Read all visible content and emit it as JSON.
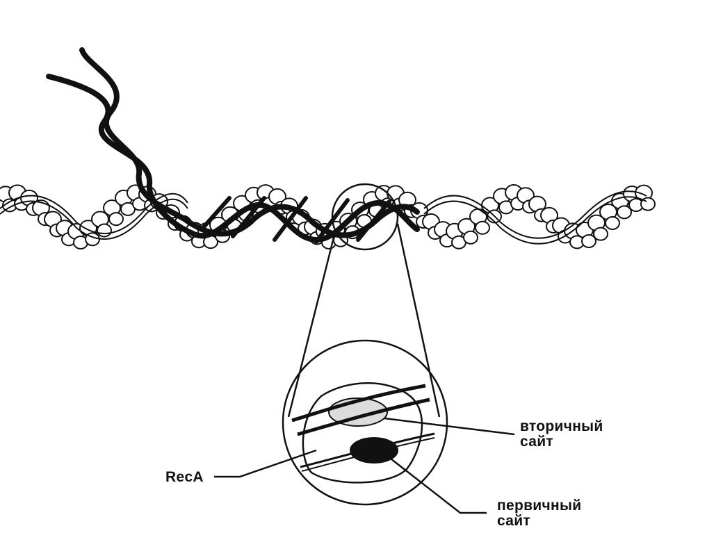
{
  "labels": {
    "protein": "RecA",
    "secondary_site": [
      "вторичный",
      "сайт"
    ],
    "primary_site": [
      "первичный",
      "сайт"
    ]
  },
  "colors": {
    "ink": "#111111",
    "background": "#ffffff"
  }
}
